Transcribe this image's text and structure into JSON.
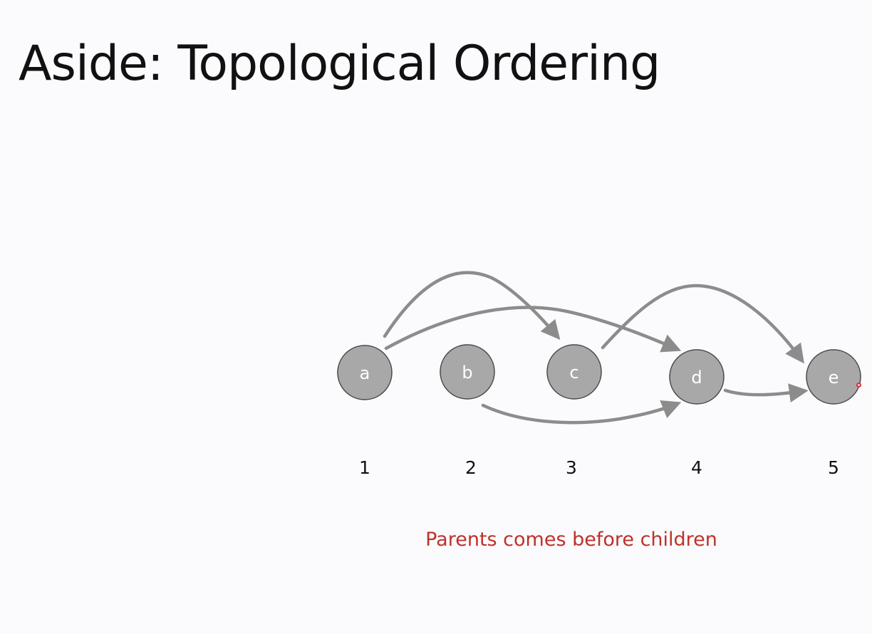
{
  "slide": {
    "title": "Aside: Topological Ordering",
    "caption": "Parents comes before children"
  },
  "colors": {
    "background": "#fbfafc",
    "node_fill": "#a8a8a8",
    "node_stroke": "#4a4a4a",
    "edge": "#8c8c8c",
    "caption": "#c0302a",
    "pointer": "#e03030"
  },
  "graph": {
    "nodes": [
      {
        "id": "a",
        "label": "a",
        "order": "1"
      },
      {
        "id": "b",
        "label": "b",
        "order": "2"
      },
      {
        "id": "c",
        "label": "c",
        "order": "3"
      },
      {
        "id": "d",
        "label": "d",
        "order": "4"
      },
      {
        "id": "e",
        "label": "e",
        "order": "5"
      }
    ],
    "edges": [
      {
        "from": "a",
        "to": "c"
      },
      {
        "from": "a",
        "to": "d"
      },
      {
        "from": "b",
        "to": "d"
      },
      {
        "from": "c",
        "to": "e"
      },
      {
        "from": "d",
        "to": "e"
      }
    ]
  }
}
